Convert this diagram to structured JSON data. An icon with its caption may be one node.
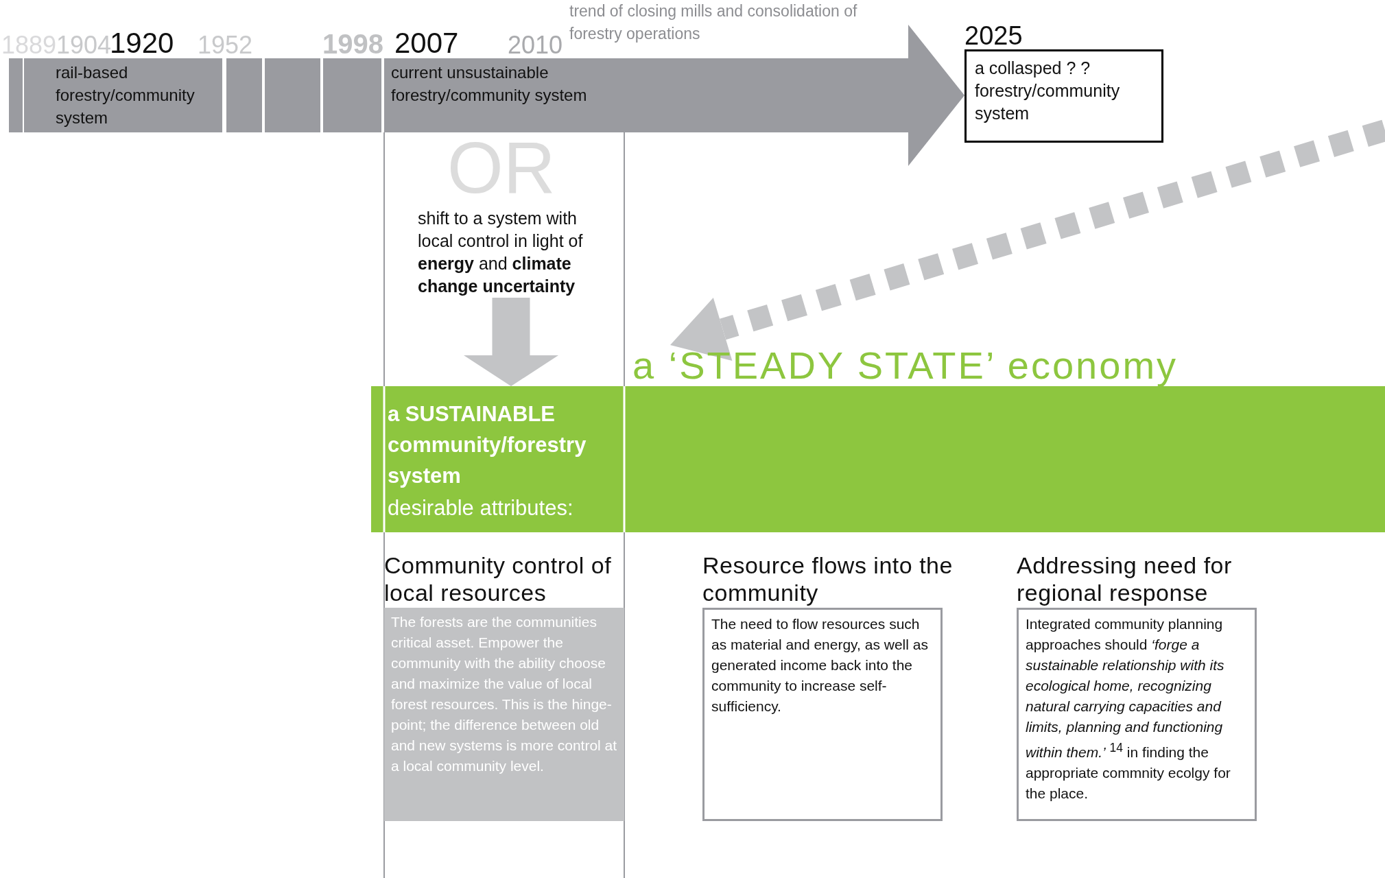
{
  "diagram": {
    "nodes": [
      {
        "text": [],
        "shape": "bar"
      },
      {
        "text": [],
        "shape": "bar"
      },
      {
        "text": [],
        "shape": "bar"
      },
      {
        "text": [
          "rail-based forestry/community system"
        ]
      },
      {
        "text": [],
        "shape": "bar"
      },
      {
        "text": [],
        "shape": "bar"
      },
      {
        "text": [],
        "shape": "bar"
      },
      {
        "text": [
          "current unsustainable forestry/community system"
        ]
      },
      {
        "text": [
          "a collasped ? ? forestry/community system"
        ],
        "beside": [
          "2025"
        ]
      },
      {
        "text": [
          "shift to a system with local control in light of **energy** and **climate change uncertainty**"
        ]
      },
      {
        "text": [
          "a ‘STEADY STATE’ economy"
        ]
      },
      {
        "text": [
          "a SUSTAINABLE community/forestry system",
          "desirable attributes:"
        ]
      },
      {
        "text": [
          "Community control of local resources",
          "The forests are the communities critical asset.  Empower the community with the ability choose and maximize the value of local forest resources. This is the hinge-point; the difference between old and new systems is more control at a local community level."
        ]
      },
      {
        "text": [
          "Resource flows into the community",
          "The need to flow resources such as material and energy, as well as generated income back into the community to increase self-sufficiency."
        ]
      },
      {
        "text": [
          "Addressing need for regional response",
          "Integrated community planning approaches should *‘forge a sustainable relationship with its ecological home, recognizing natural carrying capacities and limits, planning and functioning within them.’* $^{14}$ in finding the appropriate commnity ecolgy for the place."
        ]
      }
    ],
    "edges": [
      {
        "from": 7,
        "to": 8,
        "arrow": "to",
        "style": "thick",
        "color": "#9a9ba0"
      },
      {
        "from": 9,
        "to": 11,
        "arrow": "to",
        "color": "#c3c4c6"
      },
      {
        "from": null,
        "to": 10,
        "arrow": "to",
        "style": "dashed",
        "color": "#c3c4c6"
      }
    ],
    "labels": [
      "1889",
      "1904",
      "1920",
      "1952",
      "1998",
      "2007",
      "2010",
      "trend of closing mills and consolidation of forestry operations",
      "OR"
    ]
  }
}
